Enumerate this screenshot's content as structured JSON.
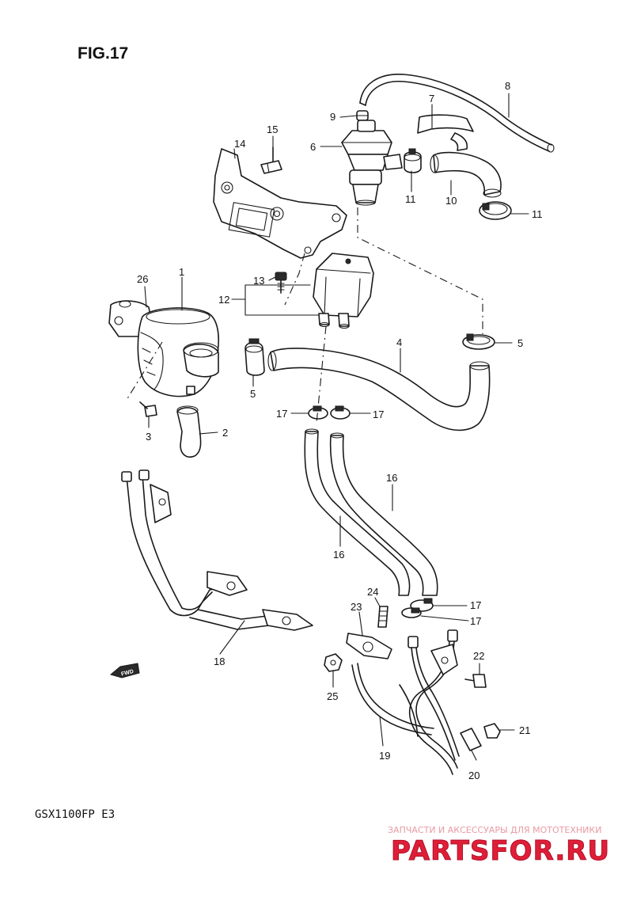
{
  "figure": {
    "title": "FIG.17",
    "model": "GSX1100FP  E3"
  },
  "fwd_marker": {
    "label": "FWD"
  },
  "callouts": [
    {
      "id": "c1",
      "label": "1"
    },
    {
      "id": "c2",
      "label": "2"
    },
    {
      "id": "c3",
      "label": "3"
    },
    {
      "id": "c4",
      "label": "4"
    },
    {
      "id": "c5a",
      "label": "5"
    },
    {
      "id": "c5b",
      "label": "5"
    },
    {
      "id": "c6",
      "label": "6"
    },
    {
      "id": "c7",
      "label": "7"
    },
    {
      "id": "c8",
      "label": "8"
    },
    {
      "id": "c9",
      "label": "9"
    },
    {
      "id": "c10",
      "label": "10"
    },
    {
      "id": "c11a",
      "label": "11"
    },
    {
      "id": "c11b",
      "label": "11"
    },
    {
      "id": "c12",
      "label": "12"
    },
    {
      "id": "c13",
      "label": "13"
    },
    {
      "id": "c14",
      "label": "14"
    },
    {
      "id": "c15",
      "label": "15"
    },
    {
      "id": "c16a",
      "label": "16"
    },
    {
      "id": "c16b",
      "label": "16"
    },
    {
      "id": "c17a",
      "label": "17"
    },
    {
      "id": "c17b",
      "label": "17"
    },
    {
      "id": "c17c",
      "label": "17"
    },
    {
      "id": "c17d",
      "label": "17"
    },
    {
      "id": "c18",
      "label": "18"
    },
    {
      "id": "c19",
      "label": "19"
    },
    {
      "id": "c20",
      "label": "20"
    },
    {
      "id": "c21",
      "label": "21"
    },
    {
      "id": "c22",
      "label": "22"
    },
    {
      "id": "c23",
      "label": "23"
    },
    {
      "id": "c24",
      "label": "24"
    },
    {
      "id": "c25",
      "label": "25"
    },
    {
      "id": "c26",
      "label": "26"
    }
  ],
  "watermark": {
    "tagline": "ЗАПЧАСТИ И АКСЕССУАРЫ ДЛЯ МОТОТЕХНИКИ",
    "logo": "PARTSFOR.RU",
    "color": "#e01e37"
  }
}
